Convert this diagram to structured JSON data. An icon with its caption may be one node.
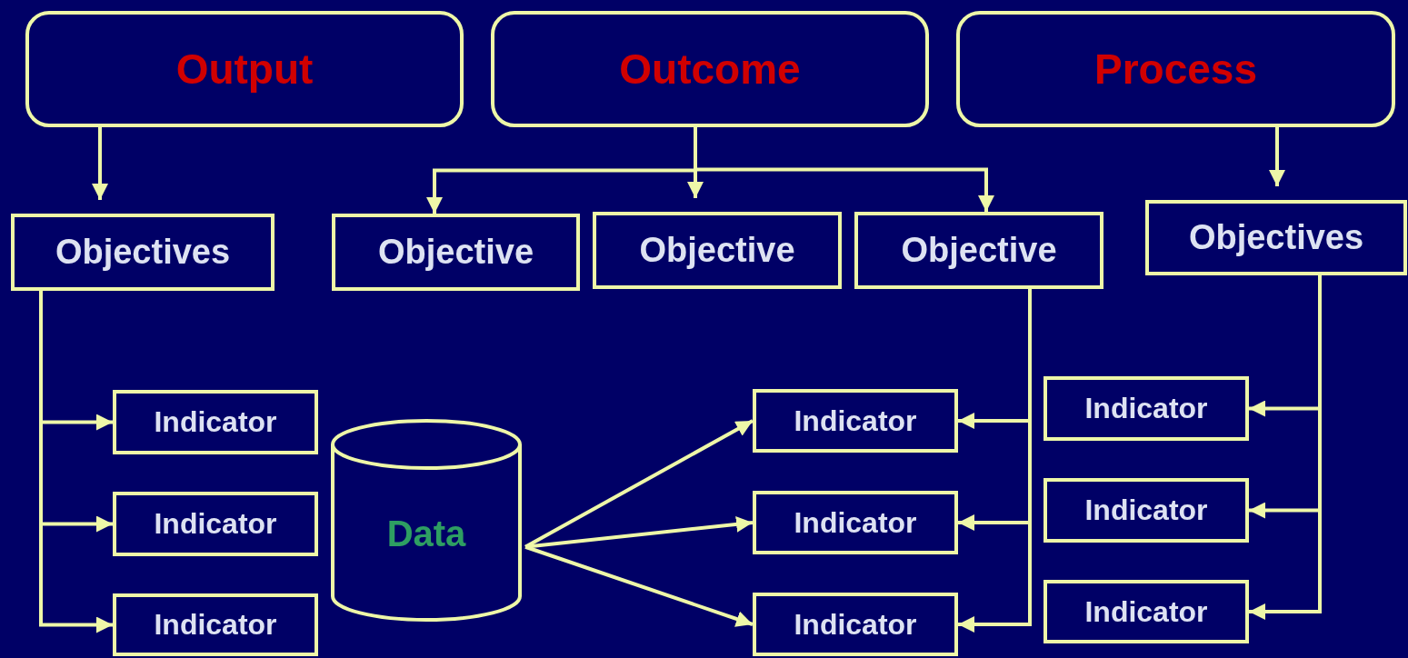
{
  "diagram": {
    "nodes": [
      {
        "text": [
          "Output"
        ]
      },
      {
        "text": [
          "Outcome"
        ]
      },
      {
        "text": [
          "Process"
        ]
      },
      {
        "text": [
          "Objectives"
        ]
      },
      {
        "text": [
          "Objective"
        ]
      },
      {
        "text": [
          "Objective"
        ]
      },
      {
        "text": [
          "Objective"
        ]
      },
      {
        "text": [
          "Objectives"
        ]
      },
      {
        "text": [
          "Indicator"
        ]
      },
      {
        "text": [
          "Indicator"
        ]
      },
      {
        "text": [
          "Indicator"
        ]
      },
      {
        "text": [
          "Data"
        ]
      },
      {
        "text": [
          "Indicator"
        ]
      },
      {
        "text": [
          "Indicator"
        ]
      },
      {
        "text": [
          "Indicator"
        ]
      },
      {
        "text": [
          "Indicator"
        ]
      },
      {
        "text": [
          "Indicator"
        ]
      },
      {
        "text": [
          "Indicator"
        ]
      }
    ],
    "edges": [
      {
        "from": 0,
        "to": 3,
        "arrow": "to"
      },
      {
        "from": 1,
        "to": 4,
        "arrow": "to"
      },
      {
        "from": 1,
        "to": 5,
        "arrow": "to"
      },
      {
        "from": 1,
        "to": 6,
        "arrow": "to"
      },
      {
        "from": 2,
        "to": 7,
        "arrow": "to"
      },
      {
        "from": 3,
        "to": 8,
        "arrow": "to"
      },
      {
        "from": 3,
        "to": 9,
        "arrow": "to"
      },
      {
        "from": 3,
        "to": 10,
        "arrow": "to"
      },
      {
        "from": 11,
        "to": 12,
        "arrow": "to"
      },
      {
        "from": 11,
        "to": 13,
        "arrow": "to"
      },
      {
        "from": 11,
        "to": 14,
        "arrow": "to"
      },
      {
        "from": 6,
        "to": 12,
        "arrow": "to"
      },
      {
        "from": 6,
        "to": 13,
        "arrow": "to"
      },
      {
        "from": 6,
        "to": 14,
        "arrow": "to"
      },
      {
        "from": 7,
        "to": 15,
        "arrow": "to"
      },
      {
        "from": 7,
        "to": 16,
        "arrow": "to"
      },
      {
        "from": 7,
        "to": 17,
        "arrow": "to"
      }
    ]
  }
}
